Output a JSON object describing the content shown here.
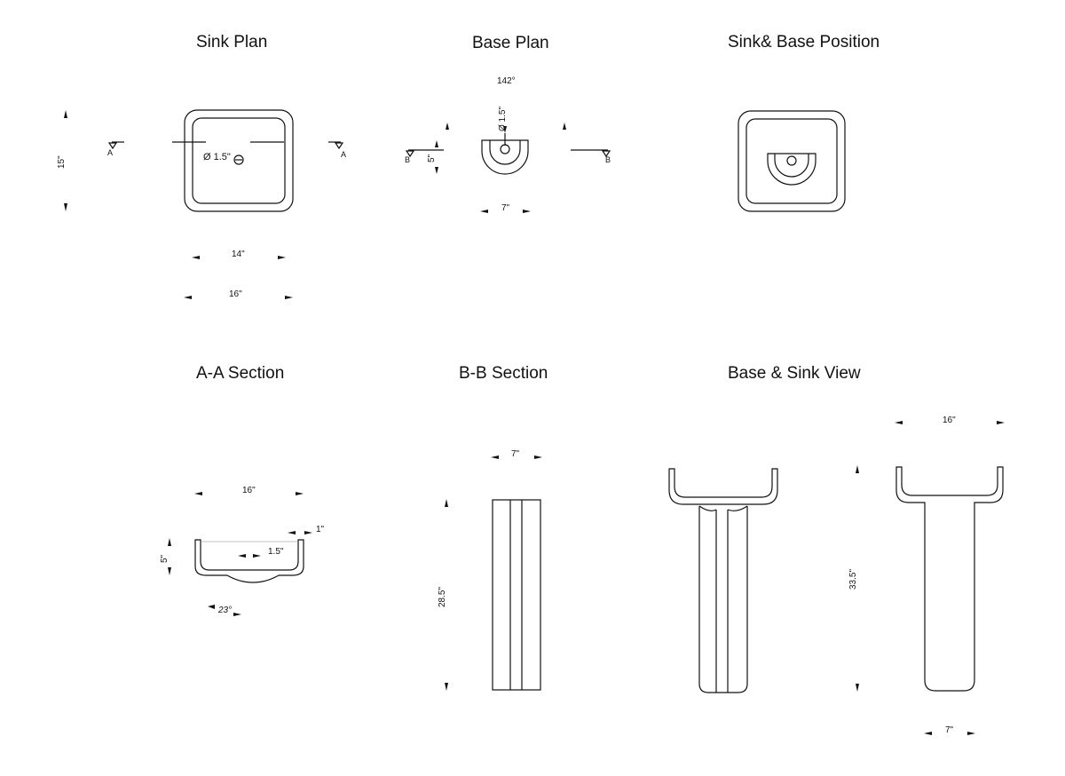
{
  "titles": {
    "sink_plan": "Sink Plan",
    "base_plan": "Base Plan",
    "sink_base_position": "Sink& Base Position",
    "aa_section": "A-A Section",
    "bb_section": "B-B Section",
    "base_sink_view": "Base & Sink View"
  },
  "sink_plan": {
    "depth": "15\"",
    "inner_width": "14\"",
    "outer_width": "16\"",
    "drain": "Ø 1.5\"",
    "section_left": "A",
    "section_right": "A"
  },
  "base_plan": {
    "angle": "142°",
    "hole": "Ø 1.5\"",
    "depth": "5\"",
    "width": "7\"",
    "section_left": "B",
    "section_right": "B"
  },
  "aa_section": {
    "width": "16\"",
    "rim": "1\"",
    "depth": "5\"",
    "drain": "1.5\"",
    "angle": "23°"
  },
  "bb_section": {
    "width": "7\"",
    "height": "28.5\""
  },
  "base_sink_view": {
    "width": "16\"",
    "height": "33.5\"",
    "base_width": "7\""
  },
  "colors": {
    "line": "#111111",
    "background": "#ffffff"
  }
}
